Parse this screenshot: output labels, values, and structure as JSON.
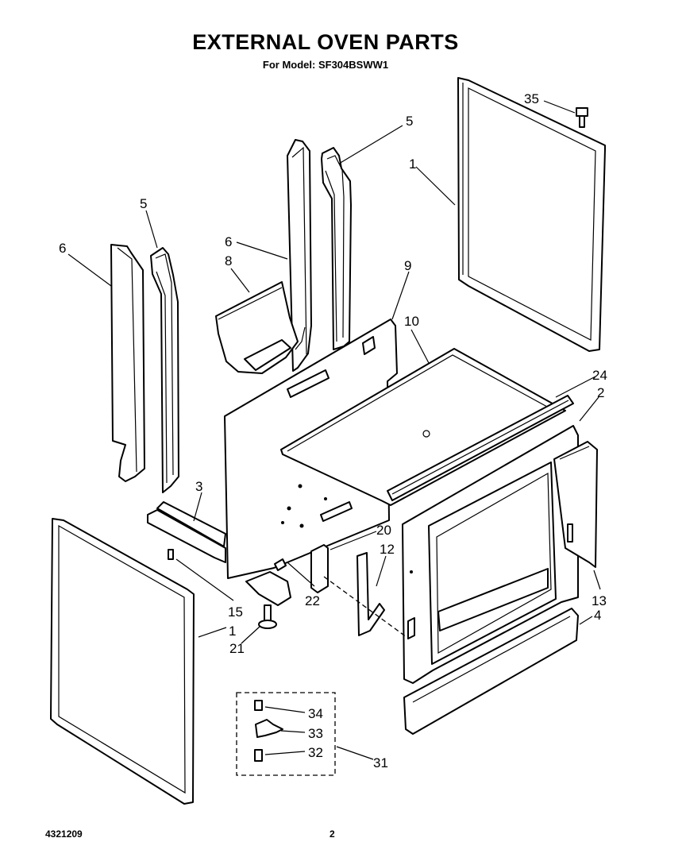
{
  "header": {
    "title": "EXTERNAL OVEN PARTS",
    "model_line": "For Model: SF304BSWW1"
  },
  "footer": {
    "doc_number": "4321209",
    "page_number": "2"
  },
  "callouts": {
    "c35": "35",
    "c5_right": "5",
    "c1_top": "1",
    "c5_left": "5",
    "c6_left": "6",
    "c6_mid": "6",
    "c8": "8",
    "c9": "9",
    "c10": "10",
    "c24": "24",
    "c2": "2",
    "c3": "3",
    "c20": "20",
    "c12": "12",
    "c22": "22",
    "c15": "15",
    "c1_bottom": "1",
    "c21": "21",
    "c13": "13",
    "c4": "4",
    "c34": "34",
    "c33": "33",
    "c32": "32",
    "c31": "31"
  }
}
